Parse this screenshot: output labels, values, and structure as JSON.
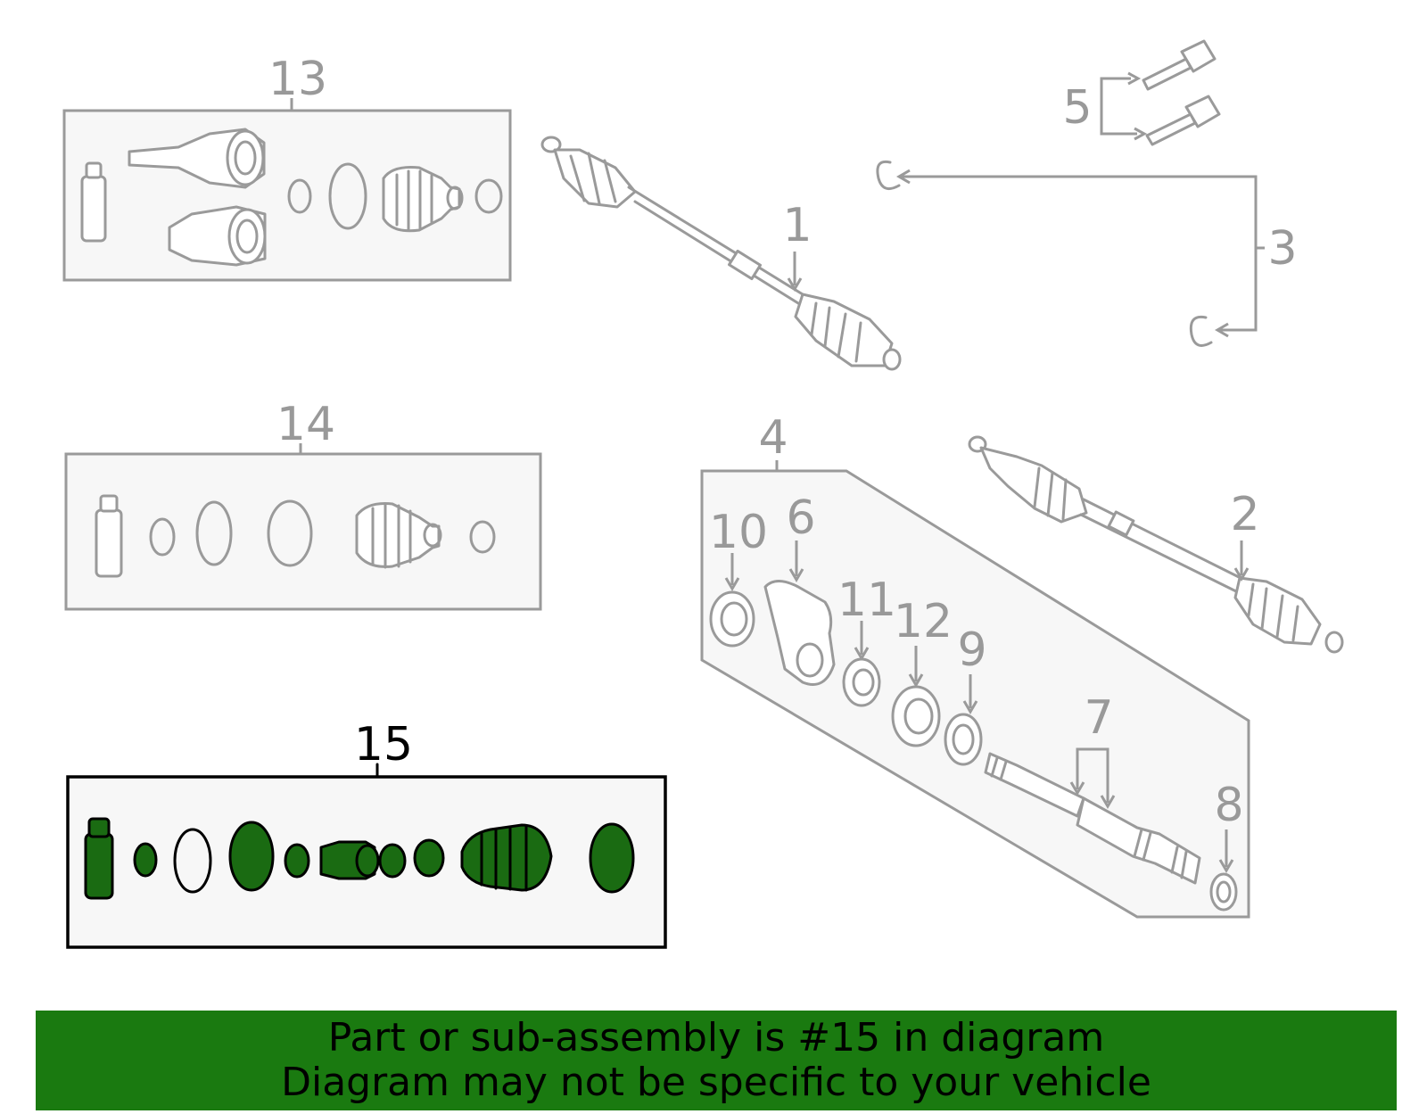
{
  "callouts": {
    "c1": "1",
    "c2": "2",
    "c3": "3",
    "c4": "4",
    "c5": "5",
    "c6": "6",
    "c7": "7",
    "c8": "8",
    "c9": "9",
    "c10": "10",
    "c11": "11",
    "c12": "12",
    "c13": "13",
    "c14": "14",
    "c15": "15"
  },
  "highlighted_part": "15",
  "colors": {
    "highlight": "#1a6b12",
    "banner": "#1a7a10",
    "line": "#9a9a9a"
  },
  "banner": {
    "line1": "Part or sub-assembly is #15 in diagram",
    "line2": "Diagram may not be specific to your vehicle"
  }
}
